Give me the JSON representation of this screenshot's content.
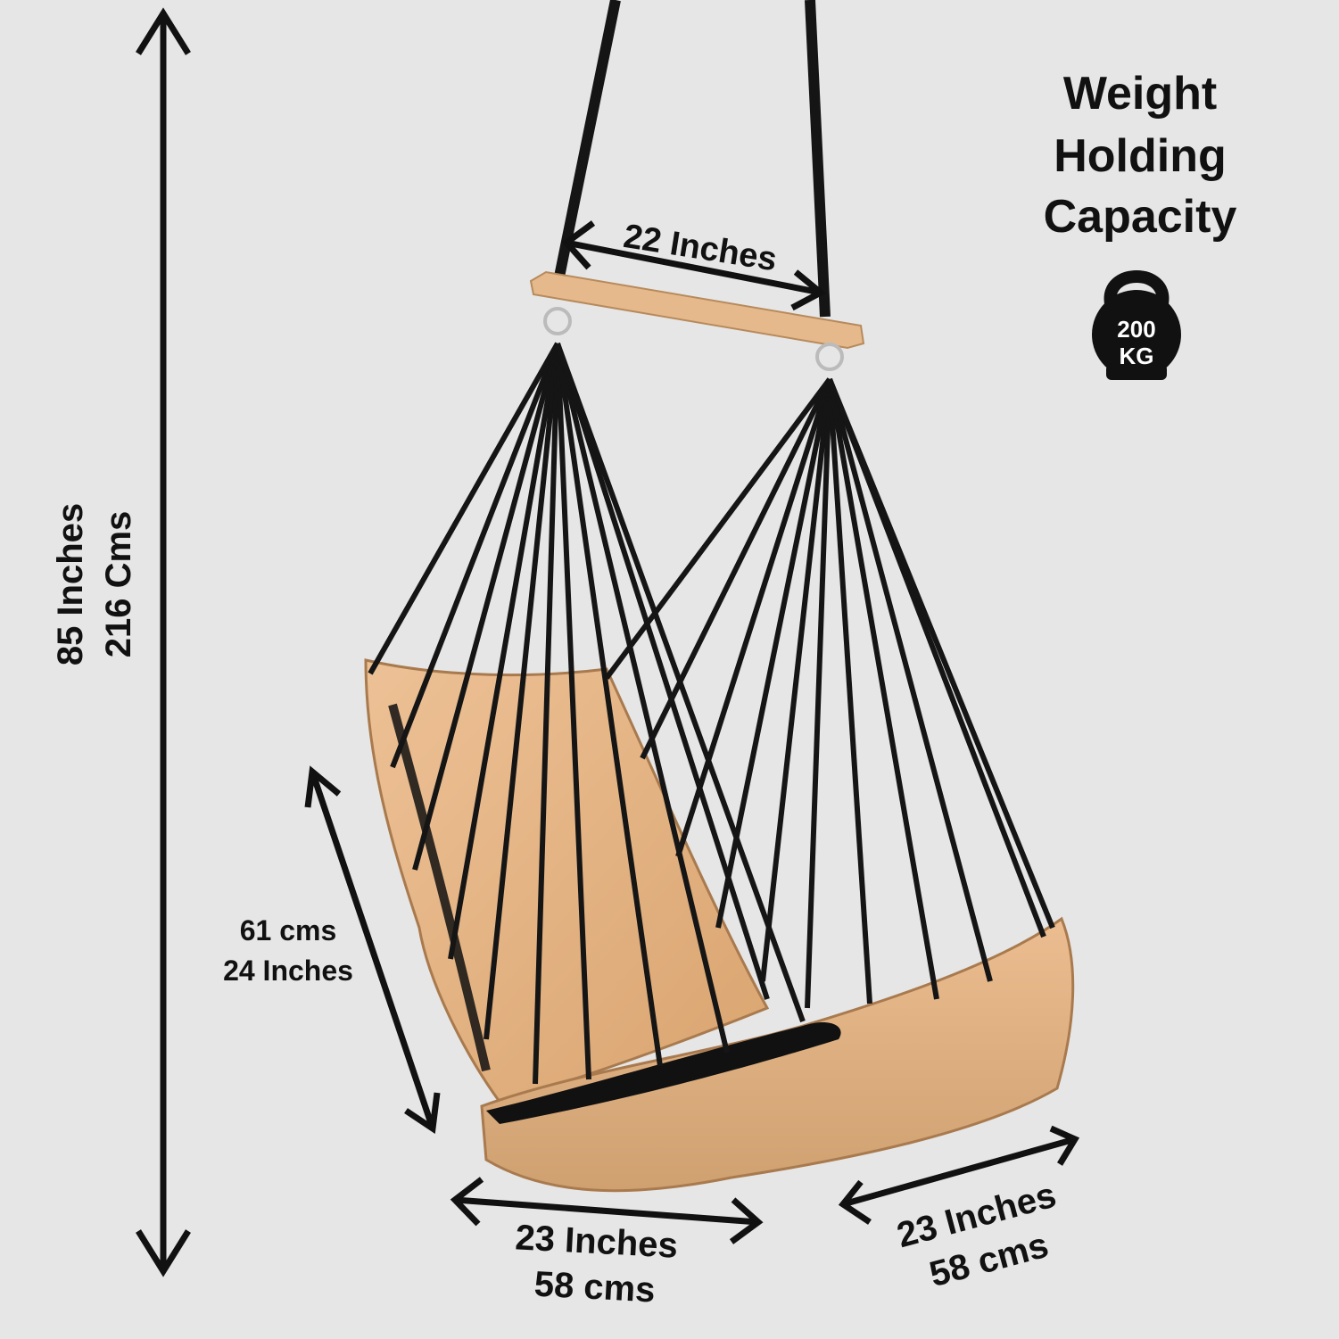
{
  "weight_badge": {
    "title_lines": [
      "Weight",
      "Holding",
      "Capacity"
    ],
    "capacity_value": "200",
    "capacity_unit": "KG"
  },
  "dimensions": {
    "spreader_width": "22 Inches",
    "total_height_in": "85 Inches",
    "total_height_cm": "216 Cms",
    "backrest_cm": "61 cms",
    "backrest_in": "24 Inches",
    "seat_front_in": "23 Inches",
    "seat_front_cm": "58 cms",
    "seat_depth_in": "23 Inches",
    "seat_depth_cm": "58 cms"
  },
  "colors": {
    "background": "#e6e6e6",
    "cushion": "#e4b487",
    "rope": "#151515"
  }
}
